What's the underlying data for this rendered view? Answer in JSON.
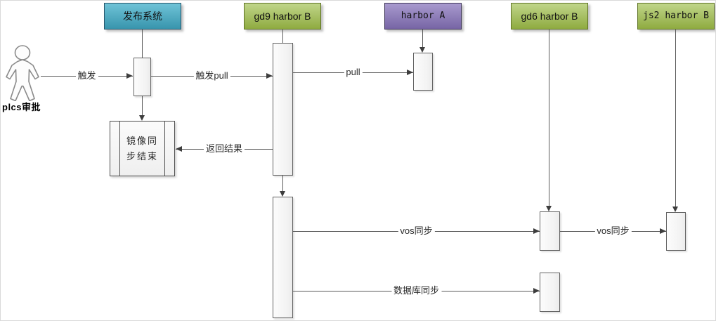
{
  "actor": {
    "label": "plcs审批",
    "icon": "person-icon"
  },
  "lifelines": [
    {
      "label": "发布系统",
      "color": "#3895ad",
      "style": "teal"
    },
    {
      "label": "gd9 harbor B",
      "color": "#8fab40",
      "style": "green"
    },
    {
      "label": "harbor A",
      "color": "#7765a5",
      "style": "purple"
    },
    {
      "label": "gd6 harbor B",
      "color": "#8fab40",
      "style": "green"
    },
    {
      "label": "js2 harbor B",
      "color": "#8fab40",
      "style": "green"
    }
  ],
  "messages": [
    {
      "label": "触发",
      "from": "plcs审批",
      "to": "发布系统"
    },
    {
      "label": "触发pull",
      "from": "发布系统",
      "to": "gd9 harbor B"
    },
    {
      "label": "pull",
      "from": "gd9 harbor B",
      "to": "harbor A"
    },
    {
      "label": "返回结果",
      "from": "gd9 harbor B",
      "to": "镜像同步结束"
    },
    {
      "label": "vos同步",
      "from": "gd9 harbor B",
      "to": "gd6 harbor B"
    },
    {
      "label": "vos同步",
      "from": "gd6 harbor B",
      "to": "js2 harbor B"
    },
    {
      "label": "数据库同步",
      "from": "gd9 harbor B",
      "to": "gd6 harbor B"
    }
  ],
  "process_box": {
    "label": "镜像同步结束"
  },
  "palette": {
    "teal_top": "#6fc3d7",
    "teal_bottom": "#3895ad",
    "teal_border": "#27556b",
    "green_top": "#c0d58a",
    "green_bottom": "#8fab40",
    "green_border": "#5f7326",
    "purple_top": "#a89ace",
    "purple_bottom": "#7765a5",
    "purple_border": "#3e3659",
    "line": "#5a5a5a",
    "bar_fill": "#f4f4f4"
  }
}
